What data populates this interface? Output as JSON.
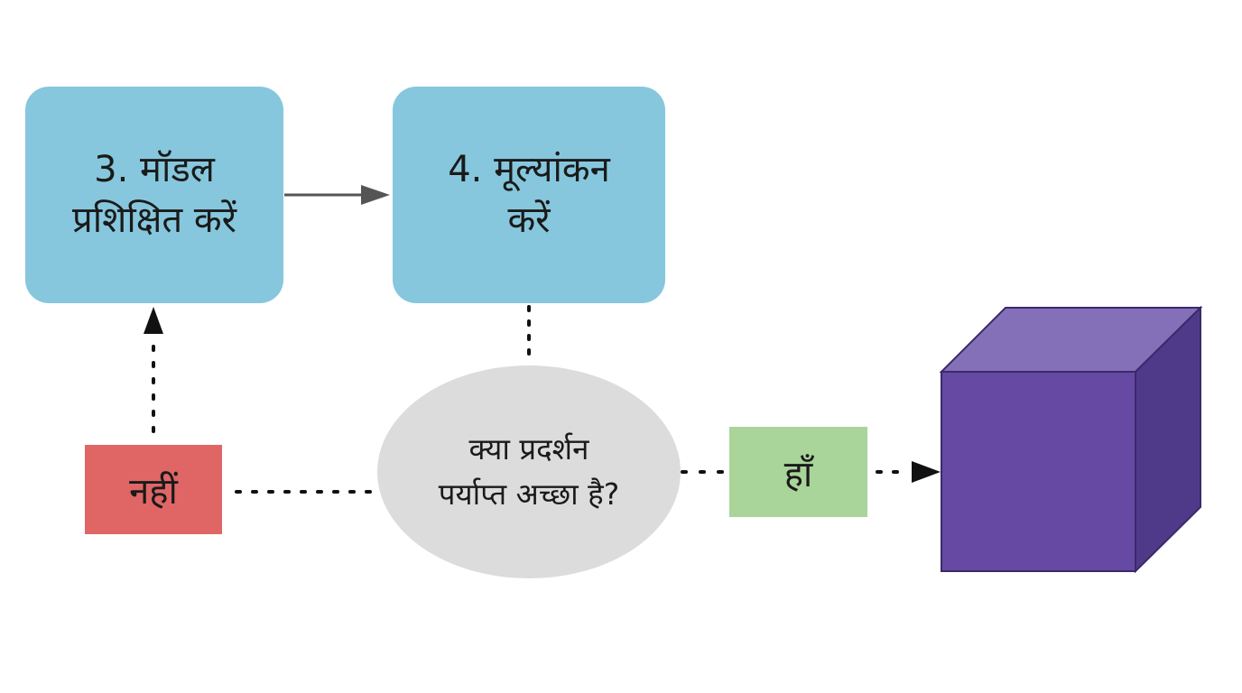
{
  "nodes": {
    "train_model": {
      "line1": "3. मॉडल",
      "line2": "प्रशिक्षित करें",
      "color": "#86c7dd"
    },
    "evaluate": {
      "line1": "4. मूल्यांकन",
      "line2": "करें",
      "color": "#86c7dd"
    },
    "decision": {
      "line1": "क्या प्रदर्शन",
      "line2": "पर्याप्त अच्छा है?",
      "color": "#dcdcdc"
    },
    "no": {
      "label": "नहीं",
      "color": "#e06666"
    },
    "yes": {
      "label": "हाँ",
      "color": "#a9d49a"
    },
    "cube": {
      "icon": "cube-icon",
      "color": "#6549a3"
    }
  }
}
